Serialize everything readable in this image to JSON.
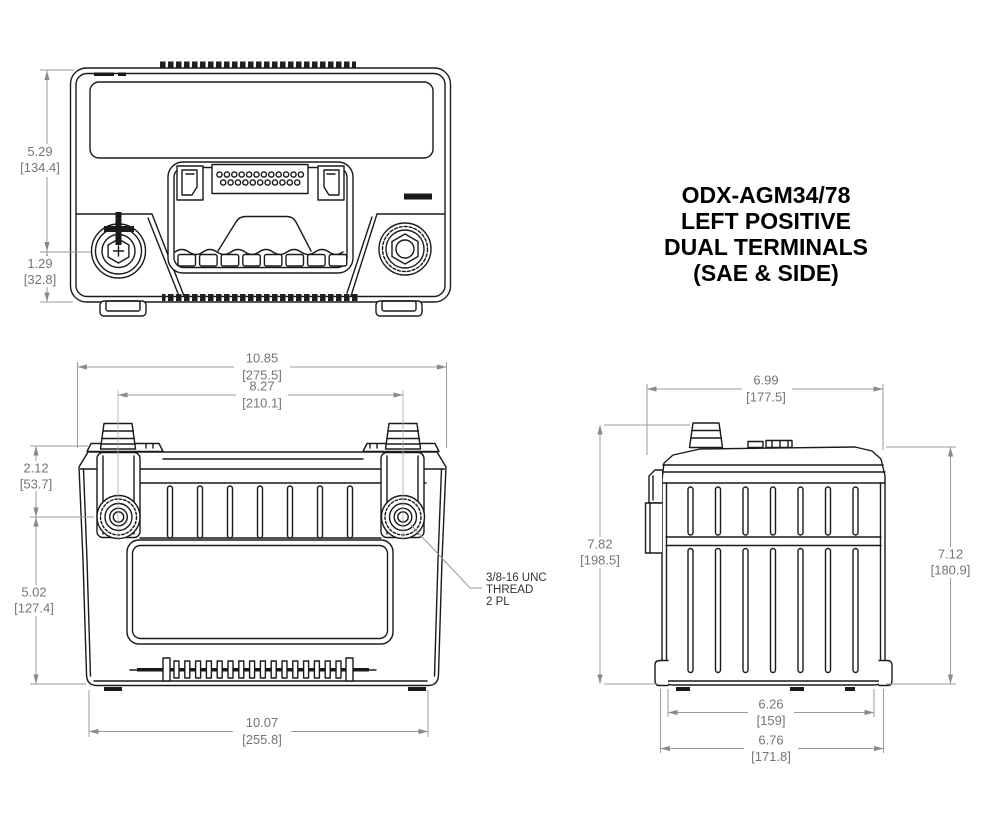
{
  "document": {
    "type": "battery-dimensional-drawing",
    "background": "#ffffff"
  },
  "title_block": {
    "line1": "ODX-AGM34/78",
    "line2": "LEFT POSITIVE",
    "line3": "DUAL TERMINALS",
    "line4": "(SAE & SIDE)"
  },
  "views": {
    "top_view": {
      "dims": {
        "edge_to_terminal": {
          "inches": "5.29",
          "mm": "[134.4]"
        },
        "terminal_to_edge": {
          "inches": "1.29",
          "mm": "[32.8]"
        }
      },
      "terminal_polarity": {
        "left": "positive",
        "right": "negative"
      }
    },
    "front_view": {
      "dims": {
        "overall_width": {
          "inches": "10.85",
          "mm": "[275.5]"
        },
        "post_spacing": {
          "inches": "8.27",
          "mm": "[210.1]"
        },
        "cover_height": {
          "inches": "2.12",
          "mm": "[53.7]"
        },
        "body_height": {
          "inches": "5.02",
          "mm": "[127.4]"
        },
        "base_width": {
          "inches": "10.07",
          "mm": "[255.8]"
        }
      },
      "annotation": {
        "line1": "3/8-16 UNC",
        "line2": "THREAD",
        "line3": "2 PL"
      }
    },
    "side_view": {
      "dims": {
        "overall_depth": {
          "inches": "6.99",
          "mm": "[177.5]"
        },
        "overall_height": {
          "inches": "7.82",
          "mm": "[198.5]"
        },
        "case_height": {
          "inches": "7.12",
          "mm": "[180.9]"
        },
        "base_inner_depth": {
          "inches": "6.26",
          "mm": "[159]"
        },
        "base_outer_depth": {
          "inches": "6.76",
          "mm": "[171.8]"
        }
      }
    }
  },
  "colors": {
    "drawing_line": "#1a1a1a",
    "dimension_line": "#9b9b9b",
    "dimension_text": "#757575",
    "annotation_text": "#333333",
    "title_text": "#000000",
    "background": "#ffffff"
  }
}
